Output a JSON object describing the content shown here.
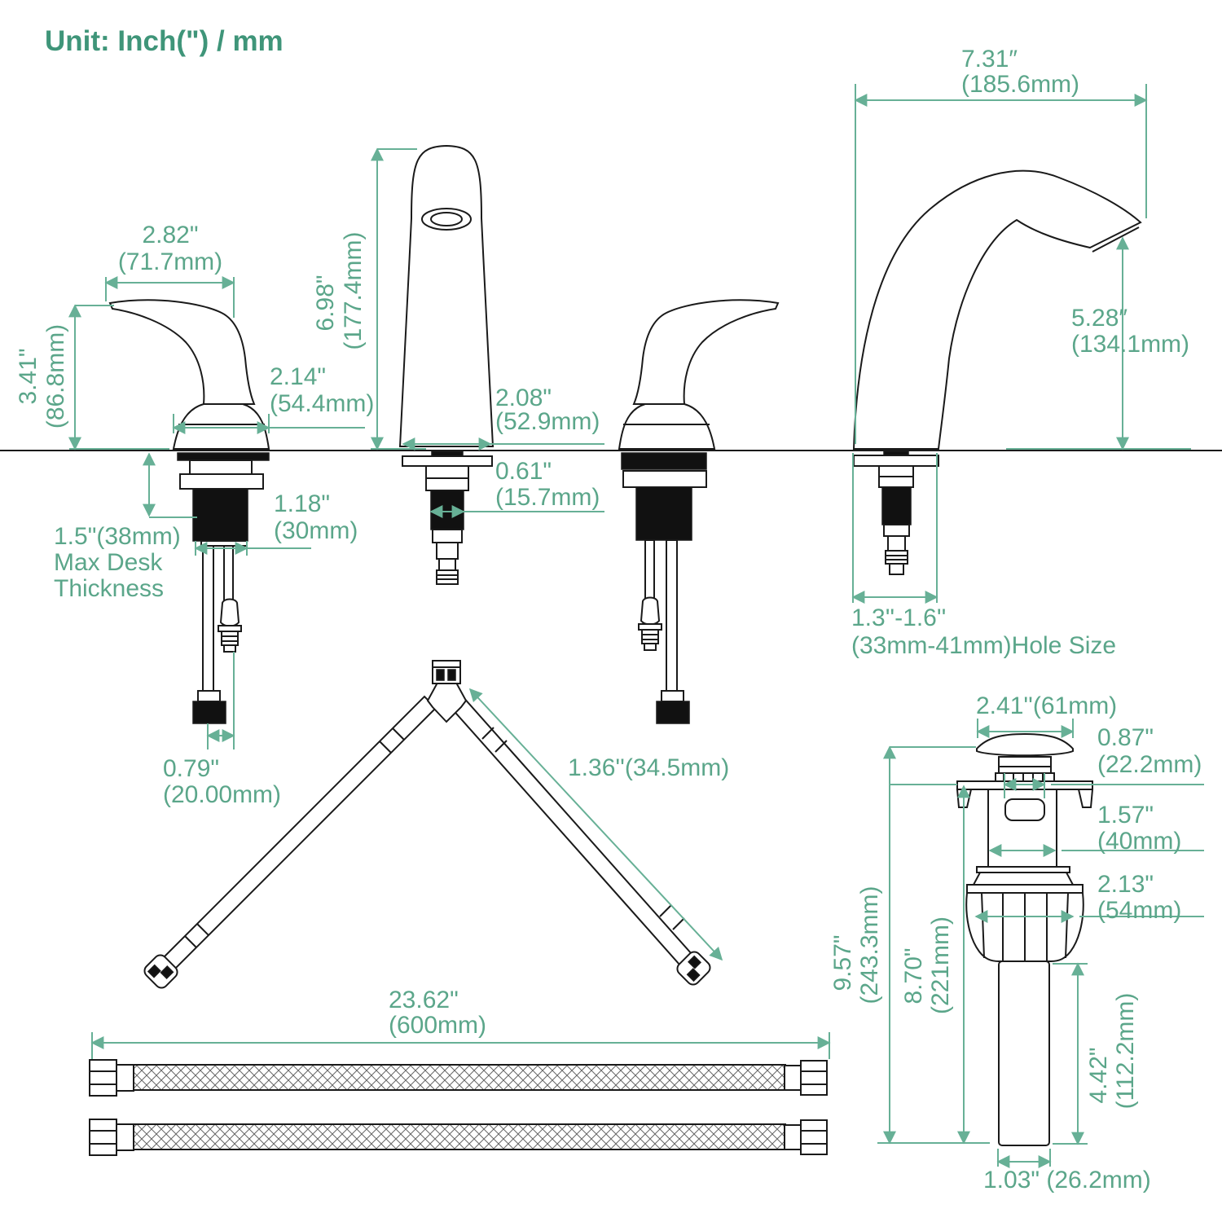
{
  "page": {
    "title": "Unit: Inch(\") / mm"
  },
  "colors": {
    "accent_green": "#5ba68a",
    "title_green": "#3f9579",
    "dim_line_green": "#67b096",
    "drawing_black": "#1a1a1a",
    "background": "#ffffff"
  },
  "dims": {
    "handle_width": {
      "in": "2.82\"",
      "mm": "(71.7mm)"
    },
    "handle_height": {
      "in": "3.41\"",
      "mm": "(86.8mm)"
    },
    "handle_base_width": {
      "in": "2.14\"",
      "mm": "(54.4mm)"
    },
    "desk_thickness": {
      "line1": "1.5\"(38mm)",
      "line2": "Max Desk",
      "line3": "Thickness"
    },
    "shank_width": {
      "in": "1.18\"",
      "mm": "(30mm)"
    },
    "supply_end_width": {
      "in": "0.79\"",
      "mm": "(20.00mm)"
    },
    "center_height": {
      "in": "6.98\"",
      "mm": "(177.4mm)"
    },
    "center_base_width": {
      "in": "2.08\"",
      "mm": "(52.9mm)"
    },
    "center_shank_width": {
      "in": "0.61\"",
      "mm": "(15.7mm)"
    },
    "spout_reach": {
      "in": "7.31″",
      "mm": "(185.6mm)"
    },
    "spout_height": {
      "in": "5.28″",
      "mm": "(134.1mm)"
    },
    "hole_size": {
      "in": "1.3''-1.6''",
      "mm": "(33mm-41mm)Hole Size"
    },
    "tee_hose_length": {
      "label": "1.36''(34.5mm)"
    },
    "supply_hose_length": {
      "in": "23.62\"",
      "mm": "(600mm)"
    },
    "drain_cap_width": {
      "label": "2.41''(61mm)"
    },
    "drain_neck_width": {
      "in": "0.87\"",
      "mm": "(22.2mm)"
    },
    "drain_body_width": {
      "in": "1.57\"",
      "mm": "(40mm)"
    },
    "drain_nut_width": {
      "in": "2.13\"",
      "mm": "(54mm)"
    },
    "drain_total_height": {
      "in": "9.57\"",
      "mm": "(243.3mm)"
    },
    "drain_flange_height": {
      "in": "8.70\"",
      "mm": "(221mm)"
    },
    "tailpipe_height": {
      "in": "4.42\"",
      "mm": "(112.2mm)"
    },
    "tailpipe_width": {
      "label": "1.03\" (26.2mm)"
    }
  }
}
